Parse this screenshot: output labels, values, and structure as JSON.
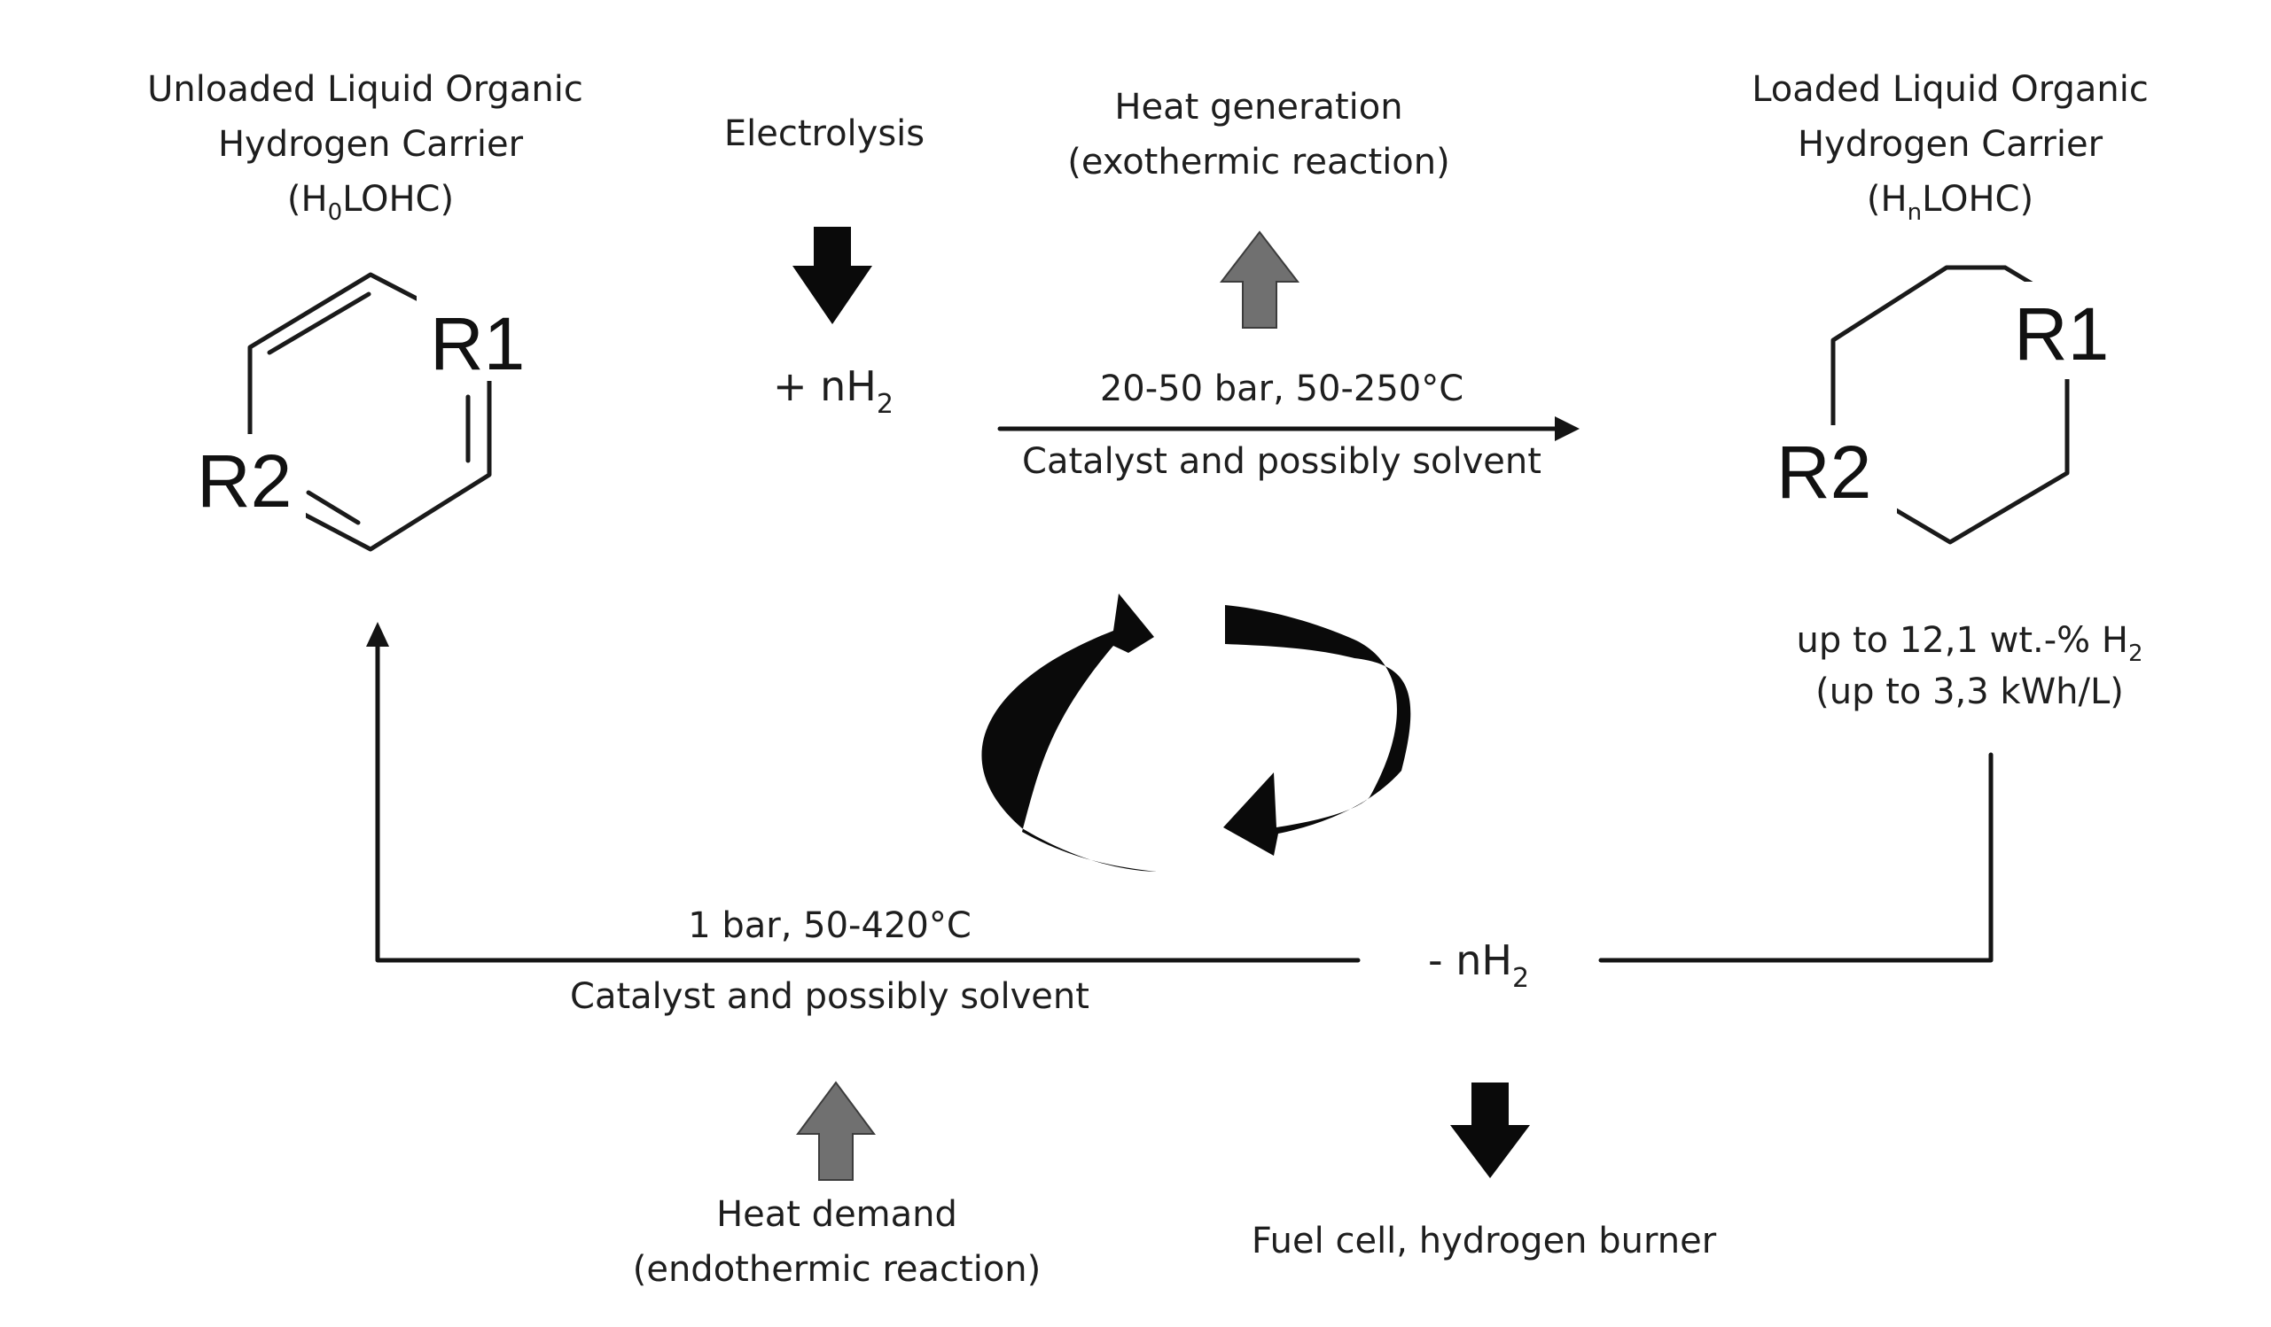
{
  "unloaded": {
    "line1": "Unloaded Liquid Organic",
    "line2": "Hydrogen Carrier",
    "formula_open": "(H",
    "formula_sub": "0",
    "formula_close": "LOHC)",
    "r1": "R1",
    "r2": "R2"
  },
  "loaded": {
    "line1": "Loaded Liquid Organic",
    "line2": "Hydrogen Carrier",
    "formula_open": "(H",
    "formula_sub": "n",
    "formula_close": "LOHC)",
    "r1": "R1",
    "r2": "R2",
    "capacity_main": "up to 12,1 wt.-% H",
    "capacity_sub": "2",
    "energy": "(up to 3,3 kWh/L)"
  },
  "electrolysis": {
    "label": "Electrolysis",
    "plus_main": "+ nH",
    "plus_sub": "2"
  },
  "hydrogenation": {
    "heat_line1": "Heat generation",
    "heat_line2": "(exothermic reaction)",
    "conditions": "20-50 bar, 50-250°C",
    "catalyst": "Catalyst and possibly solvent"
  },
  "dehydrogenation": {
    "conditions": "1 bar, 50-420°C",
    "catalyst": "Catalyst and possibly solvent",
    "minus_main": "- nH",
    "minus_sub": "2",
    "heat_line1": "Heat demand",
    "heat_line2": "(endothermic reaction)",
    "use": "Fuel cell, hydrogen burner"
  },
  "colors": {
    "ink": "#141414",
    "heat_arrow": "#707070",
    "black_arrow": "#0a0a0a"
  }
}
